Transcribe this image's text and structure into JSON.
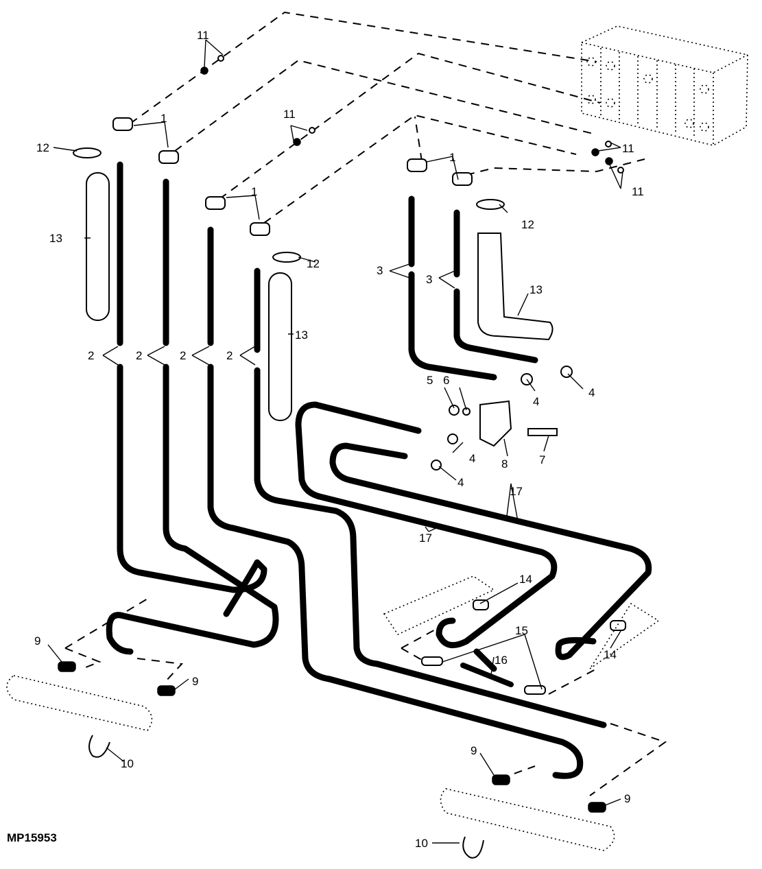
{
  "diagram": {
    "figure_code": "MP15953",
    "callouts": {
      "c1a": "1",
      "c1b": "1",
      "c1c": "1",
      "c2a": "2",
      "c2b": "2",
      "c2c": "2",
      "c2d": "2",
      "c3a": "3",
      "c3b": "3",
      "c4a": "4",
      "c4b": "4",
      "c4c": "4",
      "c4d": "4",
      "c5": "5",
      "c6": "6",
      "c7": "7",
      "c8": "8",
      "c9a": "9",
      "c9b": "9",
      "c9c": "9",
      "c9d": "9",
      "c10a": "10",
      "c10b": "10",
      "c11a": "11",
      "c11b": "11",
      "c11c": "11",
      "c11d": "11",
      "c12a": "12",
      "c12b": "12",
      "c12c": "12",
      "c13a": "13",
      "c13b": "13",
      "c13c": "13",
      "c14a": "14",
      "c14b": "14",
      "c15": "15",
      "c16": "16",
      "c17a": "17",
      "c17b": "17"
    }
  }
}
